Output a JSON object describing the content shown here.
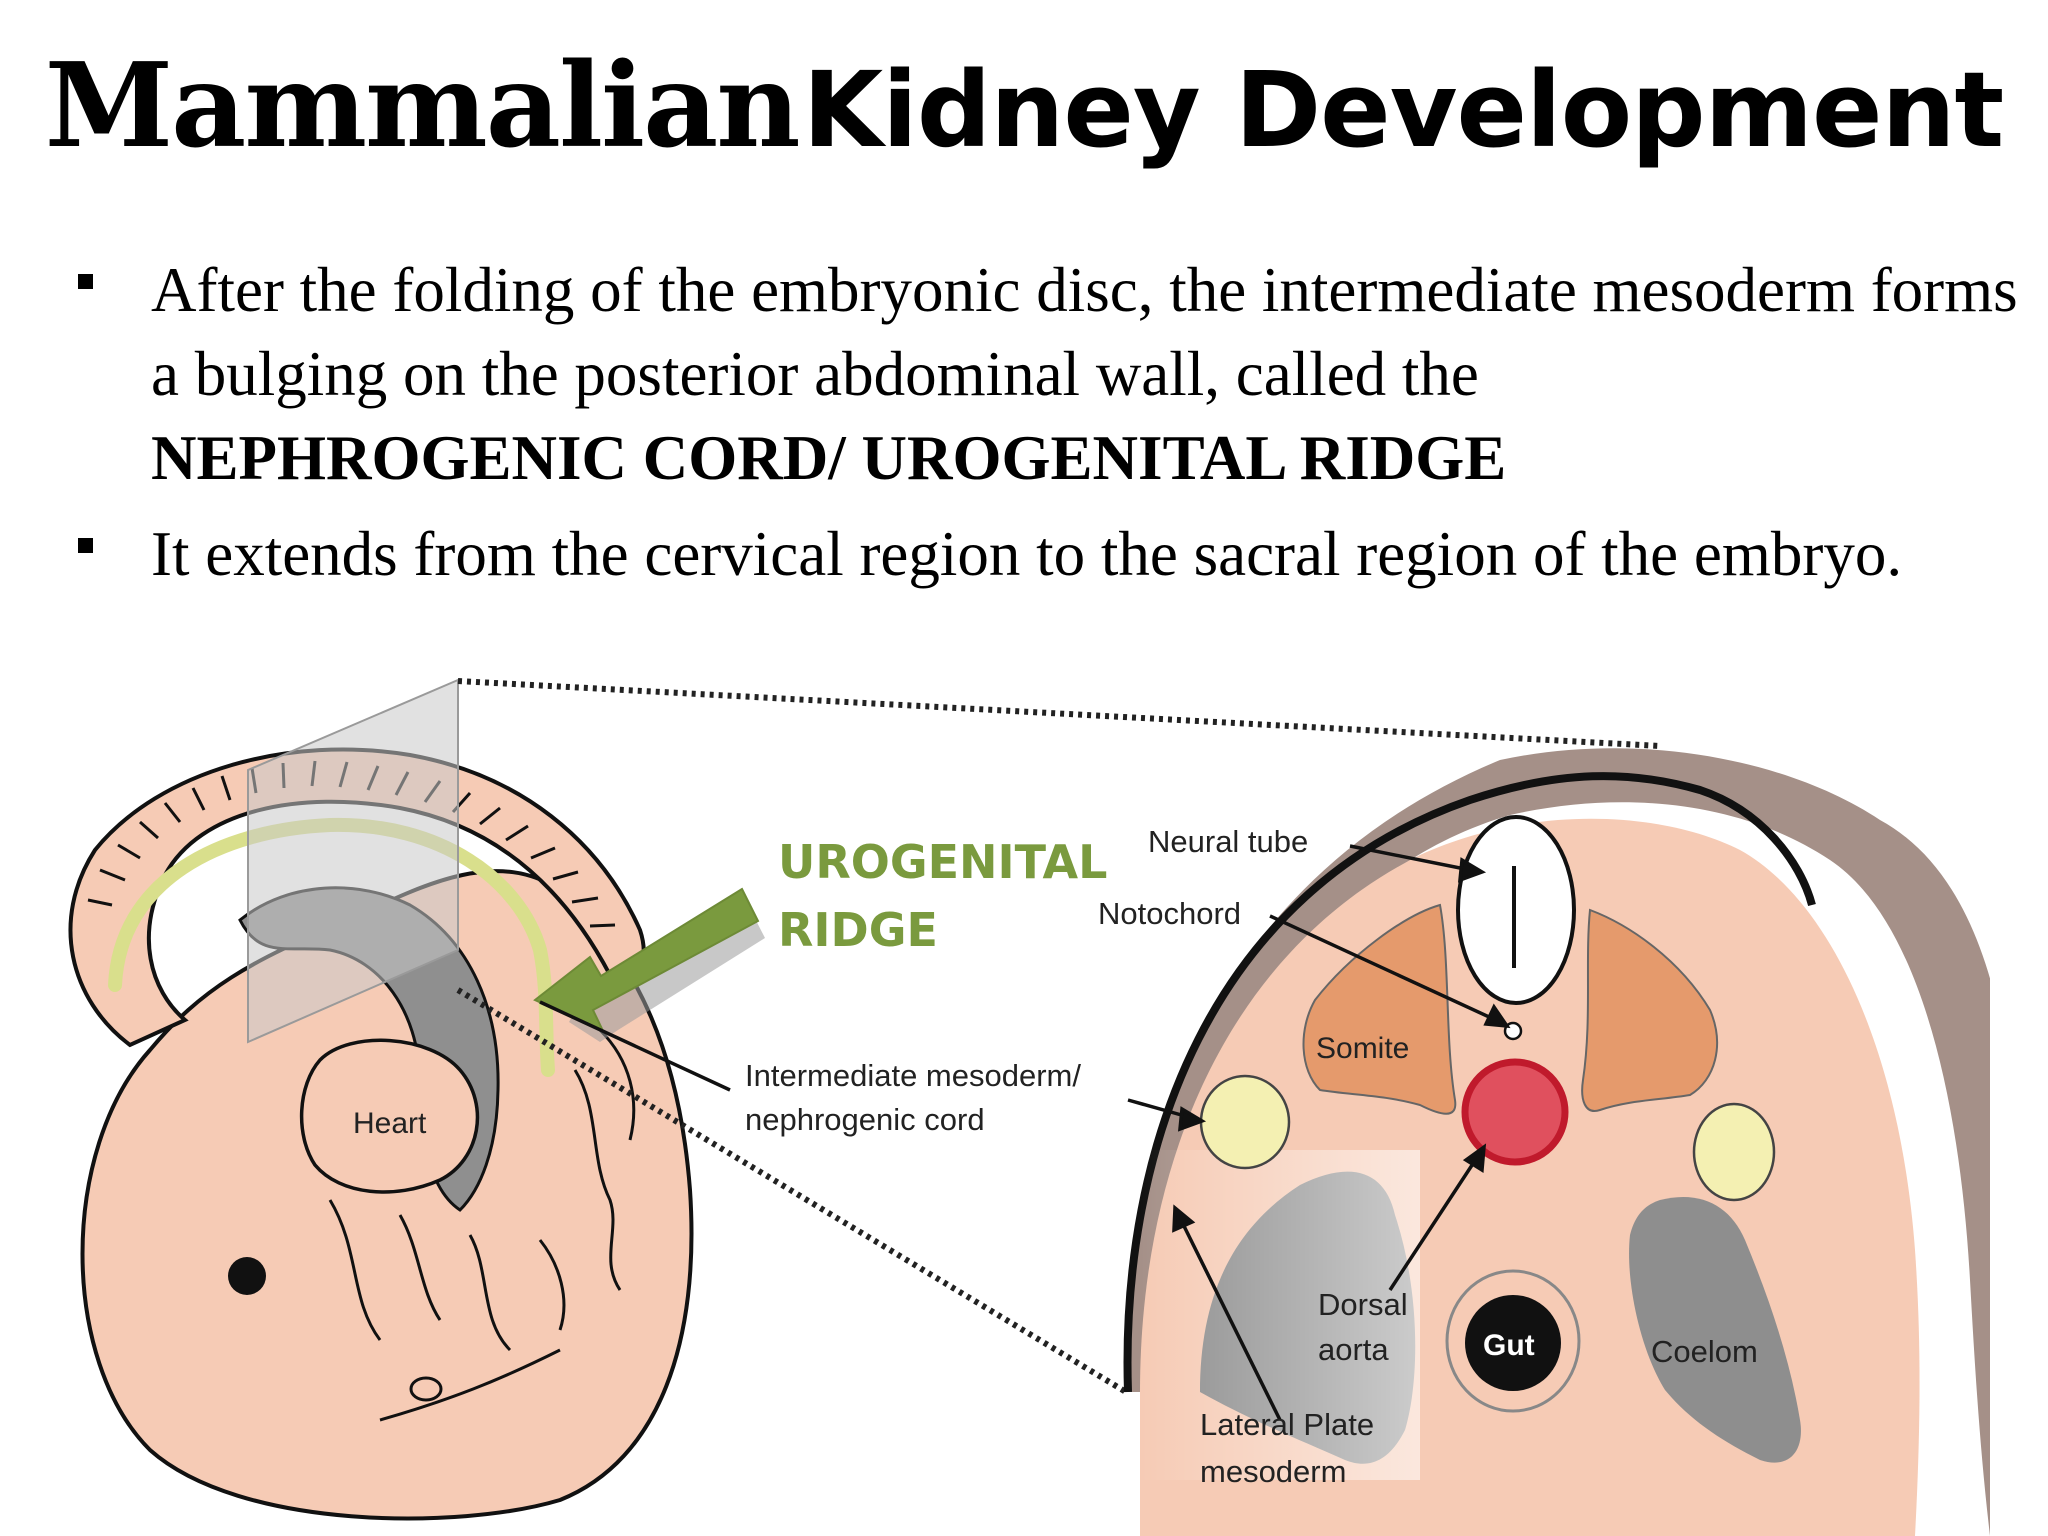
{
  "title": {
    "part1": "Mammalian",
    "part2": "Kidney Development"
  },
  "bullets": [
    {
      "pre": "After the folding of the embryonic disc, the intermediate mesoderm forms a bulging on the posterior abdominal wall, called the",
      "bold": "NEPHROGENIC CORD/ UROGENITAL RIDGE"
    },
    {
      "pre": "It extends from the cervical region to the sacral region of the embryo.",
      "bold": ""
    }
  ],
  "diagram": {
    "callout": {
      "line1": "UROGENITAL",
      "line2": "RIDGE"
    },
    "labels": {
      "neural_tube": "Neural tube",
      "notochord": "Notochord",
      "somite": "Somite",
      "intermediate_1": "Intermediate mesoderm/",
      "intermediate_2": "nephrogenic cord",
      "heart": "Heart",
      "dorsal_1": "Dorsal",
      "dorsal_2": "aorta",
      "gut": "Gut",
      "coelom": "Coelom",
      "lateral_1": "Lateral Plate",
      "lateral_2": "mesoderm"
    },
    "colors": {
      "skin": "#f6cbb5",
      "somite": "#e59a6c",
      "nephrogenic": "#f4f0b2",
      "aorta": "#e0505e",
      "coelom": "#8e8e8e",
      "body_wall": "#a59088",
      "green": "#7a9a3e"
    }
  }
}
